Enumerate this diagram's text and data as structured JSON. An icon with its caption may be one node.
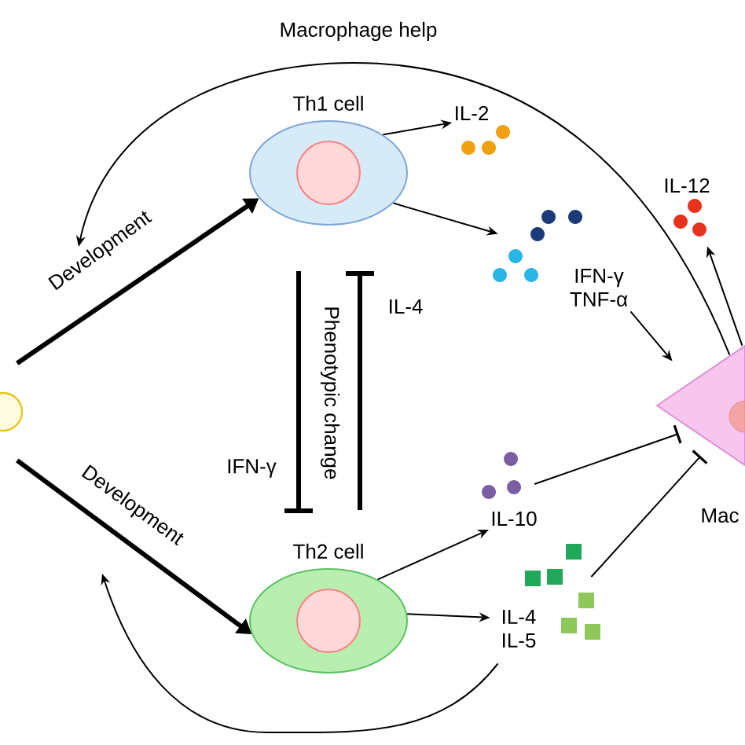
{
  "diagram": {
    "nodes": [
      {
        "text": [],
        "shape": "circle"
      },
      {
        "text": [
          "Th1 cell"
        ]
      },
      {
        "text": [
          "Th2 cell"
        ]
      },
      {
        "text": [
          "IL-2"
        ]
      },
      {
        "text": [
          "IFN-γ TNF-α"
        ]
      },
      {
        "text": [
          "IL-12"
        ]
      },
      {
        "text": [
          "IL-10"
        ]
      },
      {
        "text": [
          "IL-4 IL-5"
        ]
      },
      {
        "text": [],
        "shape": "triangle",
        "beside": [
          "Mac"
        ]
      }
    ],
    "edges": [
      {
        "from": 0,
        "to": 1,
        "arrow": "to",
        "style": "thick",
        "label": "Development"
      },
      {
        "from": 0,
        "to": 2,
        "arrow": "to",
        "style": "thick",
        "label": "Development"
      },
      {
        "from": 1,
        "to": 3,
        "arrow": "to"
      },
      {
        "from": 1,
        "to": 4,
        "arrow": "to"
      },
      {
        "from": 2,
        "to": 6,
        "arrow": "to"
      },
      {
        "from": 2,
        "to": 7,
        "arrow": "to"
      },
      {
        "from": 4,
        "to": 8,
        "arrow": "to"
      },
      {
        "from": 8,
        "to": 5,
        "arrow": "to"
      },
      {
        "from": 6,
        "to": 8,
        "arrow": "other"
      },
      {
        "from": 7,
        "to": 8,
        "arrow": "other"
      },
      {
        "from": 1,
        "to": 2,
        "arrow": "other",
        "style": "thick",
        "label": "IFN-γ"
      },
      {
        "from": 2,
        "to": 1,
        "arrow": "other",
        "style": "thick",
        "label": "IL-4"
      },
      {
        "from": 8,
        "to": null,
        "arrow": "to",
        "label": "Macrophage help"
      },
      {
        "from": 7,
        "to": null,
        "arrow": "to"
      }
    ],
    "labels": [
      "Phenotypic change"
    ]
  }
}
